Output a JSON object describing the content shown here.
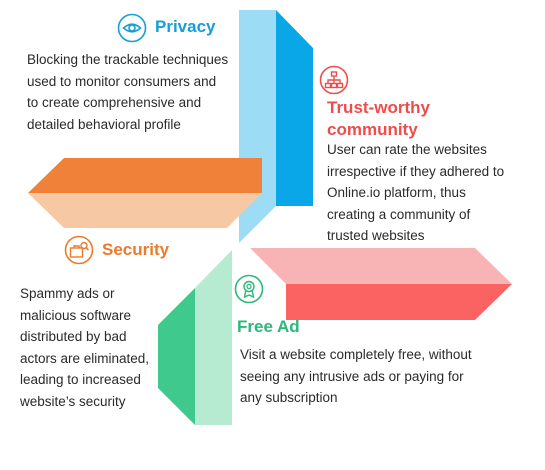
{
  "colors": {
    "privacy": "#14a0d6",
    "privacy_dark": "#0aa7e8",
    "privacy_light": "#9ddcf5",
    "trust": "#ef4c4c",
    "trust_dark": "#fb6262",
    "trust_light": "#f8b4b4",
    "security": "#ec7a2c",
    "security_dark": "#ef8238",
    "security_light": "#f7c8a4",
    "freead": "#2ab87b",
    "freead_dark": "#3fc98d",
    "freead_light": "#b6ebd2"
  },
  "sections": {
    "privacy": {
      "icon": "eye-icon",
      "title": "Privacy",
      "lines": [
        "Blocking the trackable techniques",
        "used to monitor consumers and",
        "to create comprehensive and",
        "detailed behavioral profile"
      ]
    },
    "trust": {
      "icon": "network-icon",
      "title_lines": [
        "Trust-worthy",
        "community"
      ],
      "lines": [
        "User can rate the websites",
        "irrespective if they adhered to",
        "Online.io platform, thus",
        "creating a community of",
        "trusted websites"
      ]
    },
    "security": {
      "icon": "briefcase-search-icon",
      "title": "Security",
      "lines": [
        "Spammy ads or",
        "malicious software",
        "distributed by bad",
        "actors are eliminated,",
        "leading to increased",
        "website’s security"
      ]
    },
    "freead": {
      "icon": "award-icon",
      "title": "Free Ad",
      "lines": [
        "Visit a website completely free, without",
        "seeing any intrusive ads or paying for",
        "any subscription"
      ]
    }
  }
}
